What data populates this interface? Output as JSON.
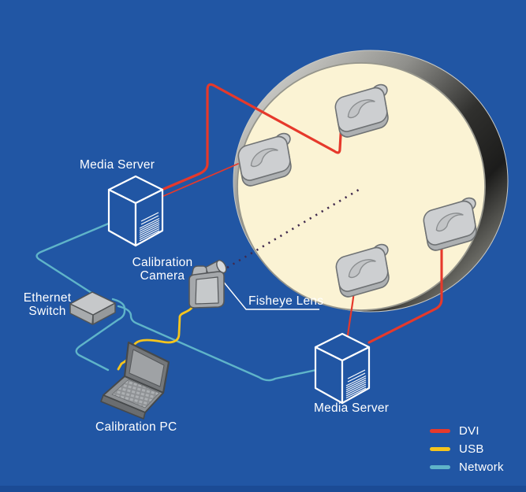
{
  "labels": {
    "media_server_top": "Media Server",
    "media_server_bottom": "Media Server",
    "calibration_camera_line1": "Calibration",
    "calibration_camera_line2": "Camera",
    "ethernet_switch_line1": "Ethernet",
    "ethernet_switch_line2": "Switch",
    "calibration_pc": "Calibration PC",
    "fisheye_lens": "Fisheye Lens"
  },
  "legend": {
    "items": [
      {
        "label": "DVI",
        "color": "#E6392B"
      },
      {
        "label": "USB",
        "color": "#F5C41D"
      },
      {
        "label": "Network",
        "color": "#5FB4C9"
      }
    ]
  },
  "colors": {
    "background": "#2156A4",
    "footer_strip": "#1B4B95",
    "dome_fill": "#FBF3D4",
    "dvi": "#E6392B",
    "usb": "#F5C41D",
    "network": "#5FB4C9",
    "label_text": "#FFFFFF"
  }
}
